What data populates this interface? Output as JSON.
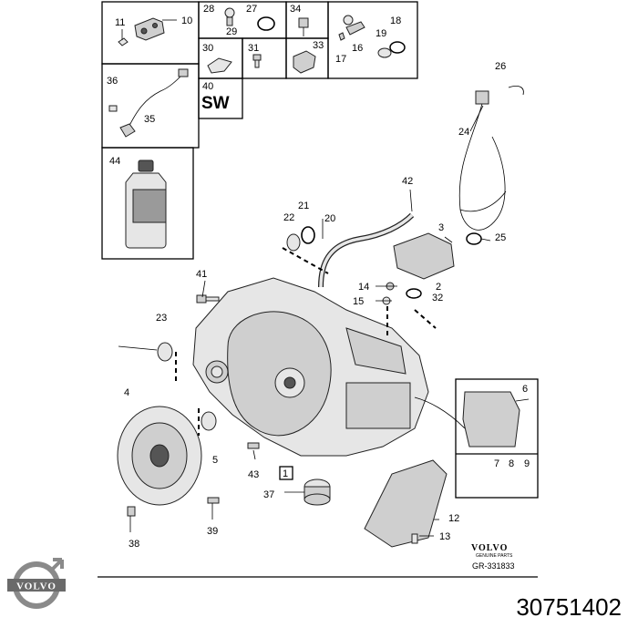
{
  "callouts": {
    "c1": "1",
    "c2": "2",
    "c3": "3",
    "c4": "4",
    "c5": "5",
    "c6": "6",
    "c7": "7",
    "c8": "8",
    "c9": "9",
    "c10": "10",
    "c11": "11",
    "c12": "12",
    "c13": "13",
    "c14": "14",
    "c15": "15",
    "c16": "16",
    "c17": "17",
    "c18": "18",
    "c19": "19",
    "c20": "20",
    "c21": "21",
    "c22": "22",
    "c23": "23",
    "c24": "24",
    "c25": "25",
    "c26": "26",
    "c27": "27",
    "c28": "28",
    "c29": "29",
    "c30": "30",
    "c31": "31",
    "c32": "32",
    "c33": "33",
    "c34": "34",
    "c35": "35",
    "c36": "36",
    "c37": "37",
    "c38": "38",
    "c39": "39",
    "c40": "40",
    "c41": "41",
    "c42": "42",
    "c43": "43",
    "c44": "44"
  },
  "sw_label": "SW",
  "brand_small": "VOLVO",
  "brand_sub": "GENUINE PARTS",
  "drawing_ref": "GR-331833",
  "logo_text": "VOLVO",
  "part_number": "30751402"
}
